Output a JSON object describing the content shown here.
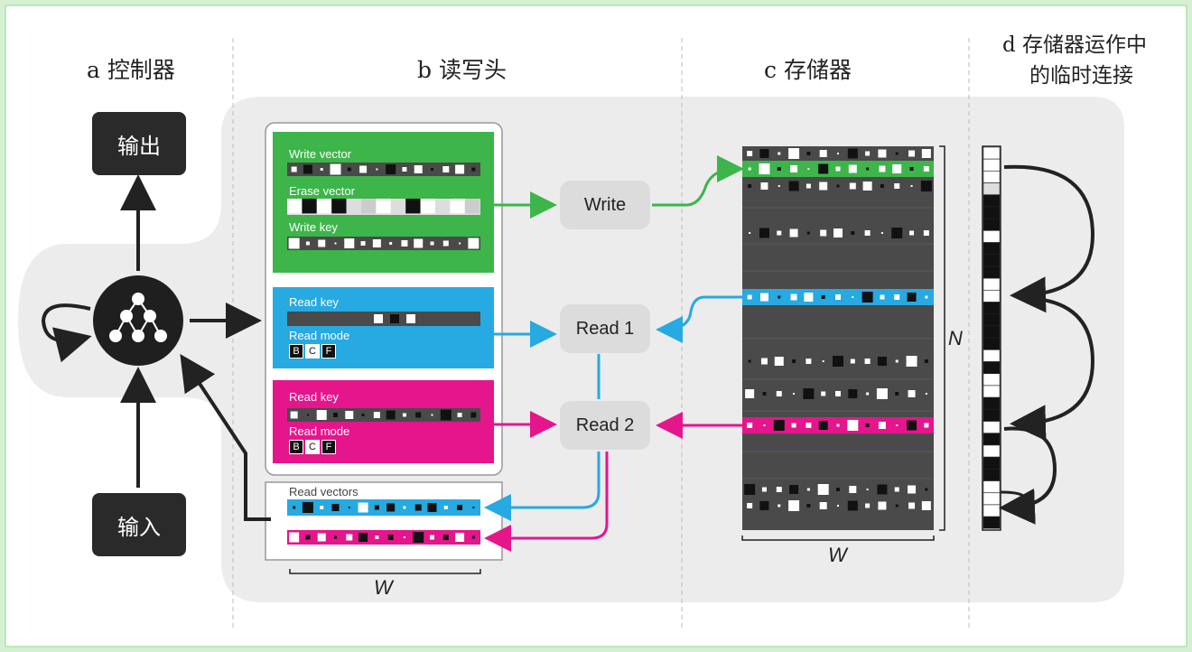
{
  "headers": {
    "a": "a 控制器",
    "b": "b 读写头",
    "c": "c 存储器",
    "d_line1": "d 存储器运作中",
    "d_line2": "的临时连接"
  },
  "controller": {
    "output": "输出",
    "input": "输入"
  },
  "write_panel": {
    "write_vector": "Write vector",
    "erase_vector": "Erase vector",
    "write_key": "Write key"
  },
  "read1_panel": {
    "read_key": "Read key",
    "read_mode": "Read mode",
    "modes": [
      "B",
      "C",
      "F"
    ],
    "selected": "C"
  },
  "read2_panel": {
    "read_key": "Read key",
    "read_mode": "Read mode",
    "modes": [
      "B",
      "C",
      "F"
    ],
    "selected": "C"
  },
  "read_vectors": {
    "label": "Read vectors",
    "width_label": "W"
  },
  "ops": {
    "write": "Write",
    "read1": "Read 1",
    "read2": "Read 2"
  },
  "memory": {
    "n_label": "N",
    "w_label": "W"
  },
  "colors": {
    "green": "#3db54a",
    "blue": "#27a9e1",
    "magenta": "#e5158c",
    "dark": "#4a4a4a"
  }
}
